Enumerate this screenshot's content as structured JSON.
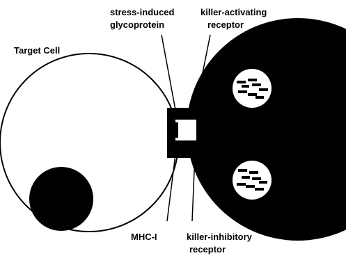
{
  "labels": {
    "target_cell": "Target Cell",
    "stress_line1": "stress-induced",
    "stress_line2": "glycoprotein",
    "activating_line1": "killer-activating",
    "activating_line2": "receptor",
    "mhc": "MHC-I",
    "inhibitory_line1": "killer-inhibitory",
    "inhibitory_line2": "receptor"
  },
  "colors": {
    "background": "#ffffff",
    "ink": "#000000"
  }
}
